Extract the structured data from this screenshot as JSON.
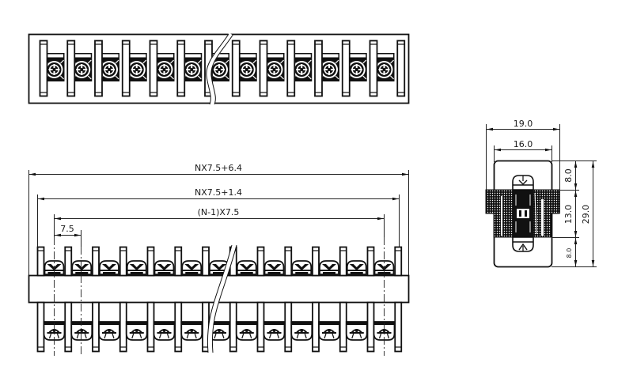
{
  "drawing": {
    "subject": "barrier terminal block",
    "views": [
      "top-view",
      "front-view",
      "side-view"
    ],
    "terminal_count_shown": 13,
    "barrier_count_shown": 14,
    "line_color": "#111111",
    "hatch_color": "#111111",
    "background": "#ffffff"
  },
  "front_view": {
    "dimensions": {
      "overall_length": "NX7.5+6.4",
      "inner_length": "NX7.5+1.4",
      "pitch_span": "(N-1)X7.5",
      "pitch": "7.5"
    }
  },
  "side_view": {
    "dimensions": {
      "overall_width": "19.0",
      "body_width": "16.0",
      "upper_height": "8.0",
      "middle_height": "13.0",
      "lower_height": "8.0",
      "overall_height": "29.0"
    }
  }
}
